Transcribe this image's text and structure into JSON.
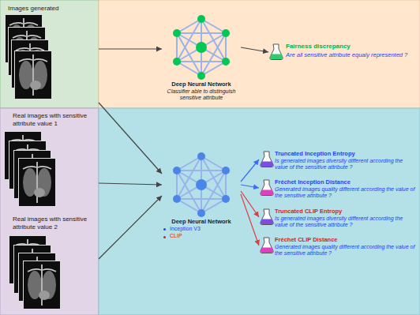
{
  "diagram": {
    "nodes": [
      {
        "text": [
          "Images generated"
        ]
      },
      {
        "text": [
          "Real images with sensitive attribute value 1"
        ]
      },
      {
        "text": [
          "Real images with sensitive attribute value 2"
        ]
      },
      {
        "text": [
          "Deep Neural Network",
          "Classifier able to distinguish sensitive attribute"
        ]
      },
      {
        "text": [
          "Fairness discrepancy",
          "Are all sensitive attribute equaly represented ?"
        ]
      },
      {
        "text": [
          "Deep Neural Network",
          "Inception V3",
          "CLIP"
        ]
      },
      {
        "text": [
          "Truncated Inception Entropy",
          "Is generated images diversity different according the value of the sensitive attribute ?"
        ]
      },
      {
        "text": [
          "Fréchet Inception Distance",
          "Generated images quality different according the value of the sensitive attribute ?"
        ]
      },
      {
        "text": [
          "Truncated CLIP Entropy",
          "Is generated images diversity different according the value of the sensitive attribute ?"
        ]
      },
      {
        "text": [
          "Fréchet CLIP Distance",
          "Generated images quality different according the value of the sensitive attribute ?"
        ]
      }
    ],
    "edges": [
      {
        "from": 0,
        "to": 3,
        "arrow": "to"
      },
      {
        "from": 3,
        "to": 4,
        "arrow": "to"
      },
      {
        "from": 0,
        "to": 5,
        "arrow": "to"
      },
      {
        "from": 1,
        "to": 5,
        "arrow": "to"
      },
      {
        "from": 2,
        "to": 5,
        "arrow": "to"
      },
      {
        "from": 5,
        "to": 6,
        "arrow": "to"
      },
      {
        "from": 5,
        "to": 7,
        "arrow": "to"
      },
      {
        "from": 5,
        "to": 8,
        "arrow": "to"
      },
      {
        "from": 5,
        "to": 9,
        "arrow": "to"
      }
    ]
  }
}
